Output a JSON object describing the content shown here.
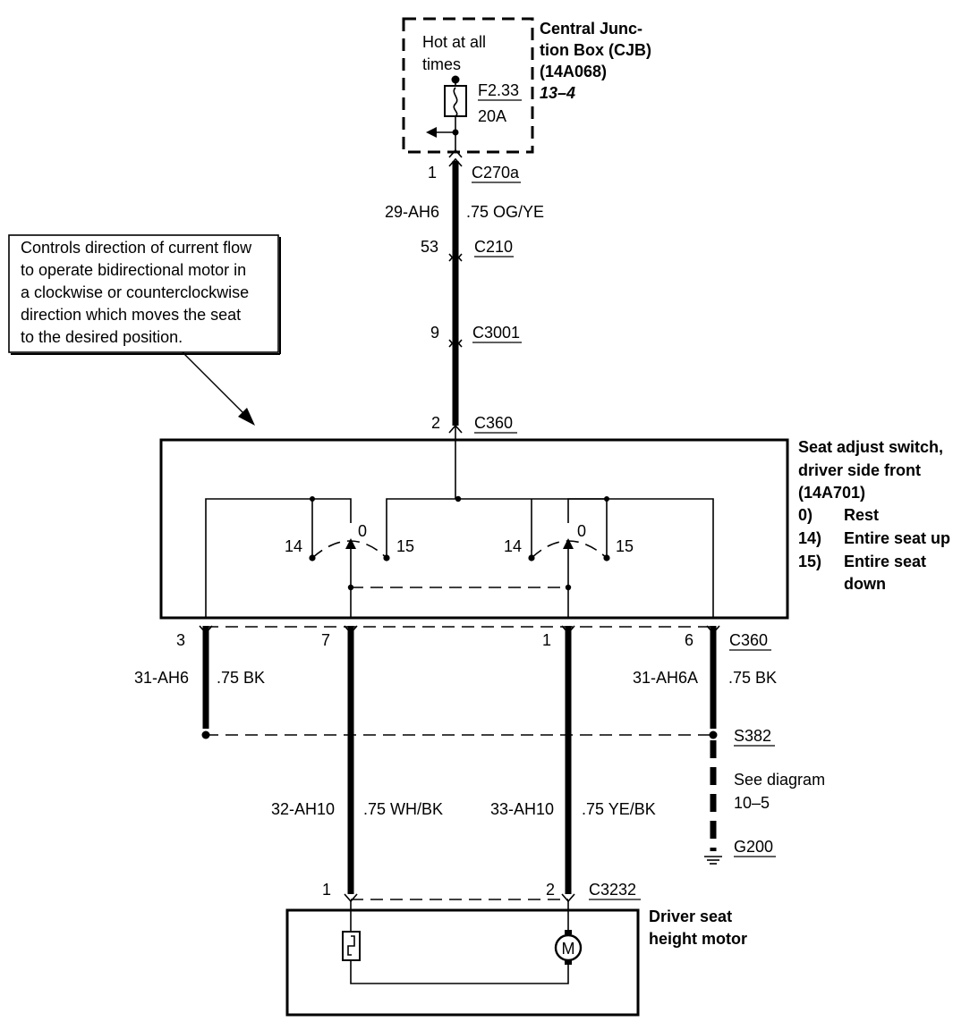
{
  "cjb": {
    "title_line1": "Central Junc-",
    "title_line2": "tion Box (CJB)",
    "title_line3": "(14A068)",
    "page_ref": "13–4",
    "hot_line1": "Hot at all",
    "hot_line2": "times",
    "fuse_id": "F2.33",
    "fuse_rating": "20A"
  },
  "note": {
    "lines": [
      "Controls direction of current flow",
      "to operate bidirectional motor in",
      "a clockwise or counterclockwise",
      "direction which moves the seat",
      "to the desired position."
    ]
  },
  "top_circuit": {
    "c270a_pin": "1",
    "c270a": "C270a",
    "circuit": "29-AH6",
    "wire": ".75 OG/YE",
    "c210_pin": "53",
    "c210": "C210",
    "c3001_pin": "9",
    "c3001": "C3001",
    "c360_pin": "2",
    "c360": "C360"
  },
  "switch": {
    "title_line1": "Seat adjust switch,",
    "title_line2": "driver side front",
    "title_line3": "(14A701)",
    "legend": [
      {
        "key": "0)",
        "text": "Rest",
        "text2": ""
      },
      {
        "key": "14)",
        "text": "Entire seat up",
        "text2": ""
      },
      {
        "key": "15)",
        "text": "Entire seat",
        "text2": "down"
      }
    ],
    "pos_left": [
      "14",
      "0",
      "15"
    ],
    "pos_right": [
      "14",
      "0",
      "15"
    ]
  },
  "bottom_connector": {
    "pin3": "3",
    "pin7": "7",
    "pin1": "1",
    "pin6": "6",
    "name": "C360"
  },
  "wires": {
    "left_circuit": "31-AH6",
    "left_wire": ".75 BK",
    "right_circuit": "31-AH6A",
    "right_wire": ".75 BK",
    "splice": "S382",
    "see_line1": "See diagram",
    "see_line2": "10–5",
    "ground": "G200",
    "wh_circuit": "32-AH10",
    "wh_wire": ".75 WH/BK",
    "ye_circuit": "33-AH10",
    "ye_wire": ".75 YE/BK"
  },
  "motor": {
    "pin1": "1",
    "pin2": "2",
    "connector": "C3232",
    "title_line1": "Driver seat",
    "title_line2": "height motor",
    "symbol": "M"
  }
}
